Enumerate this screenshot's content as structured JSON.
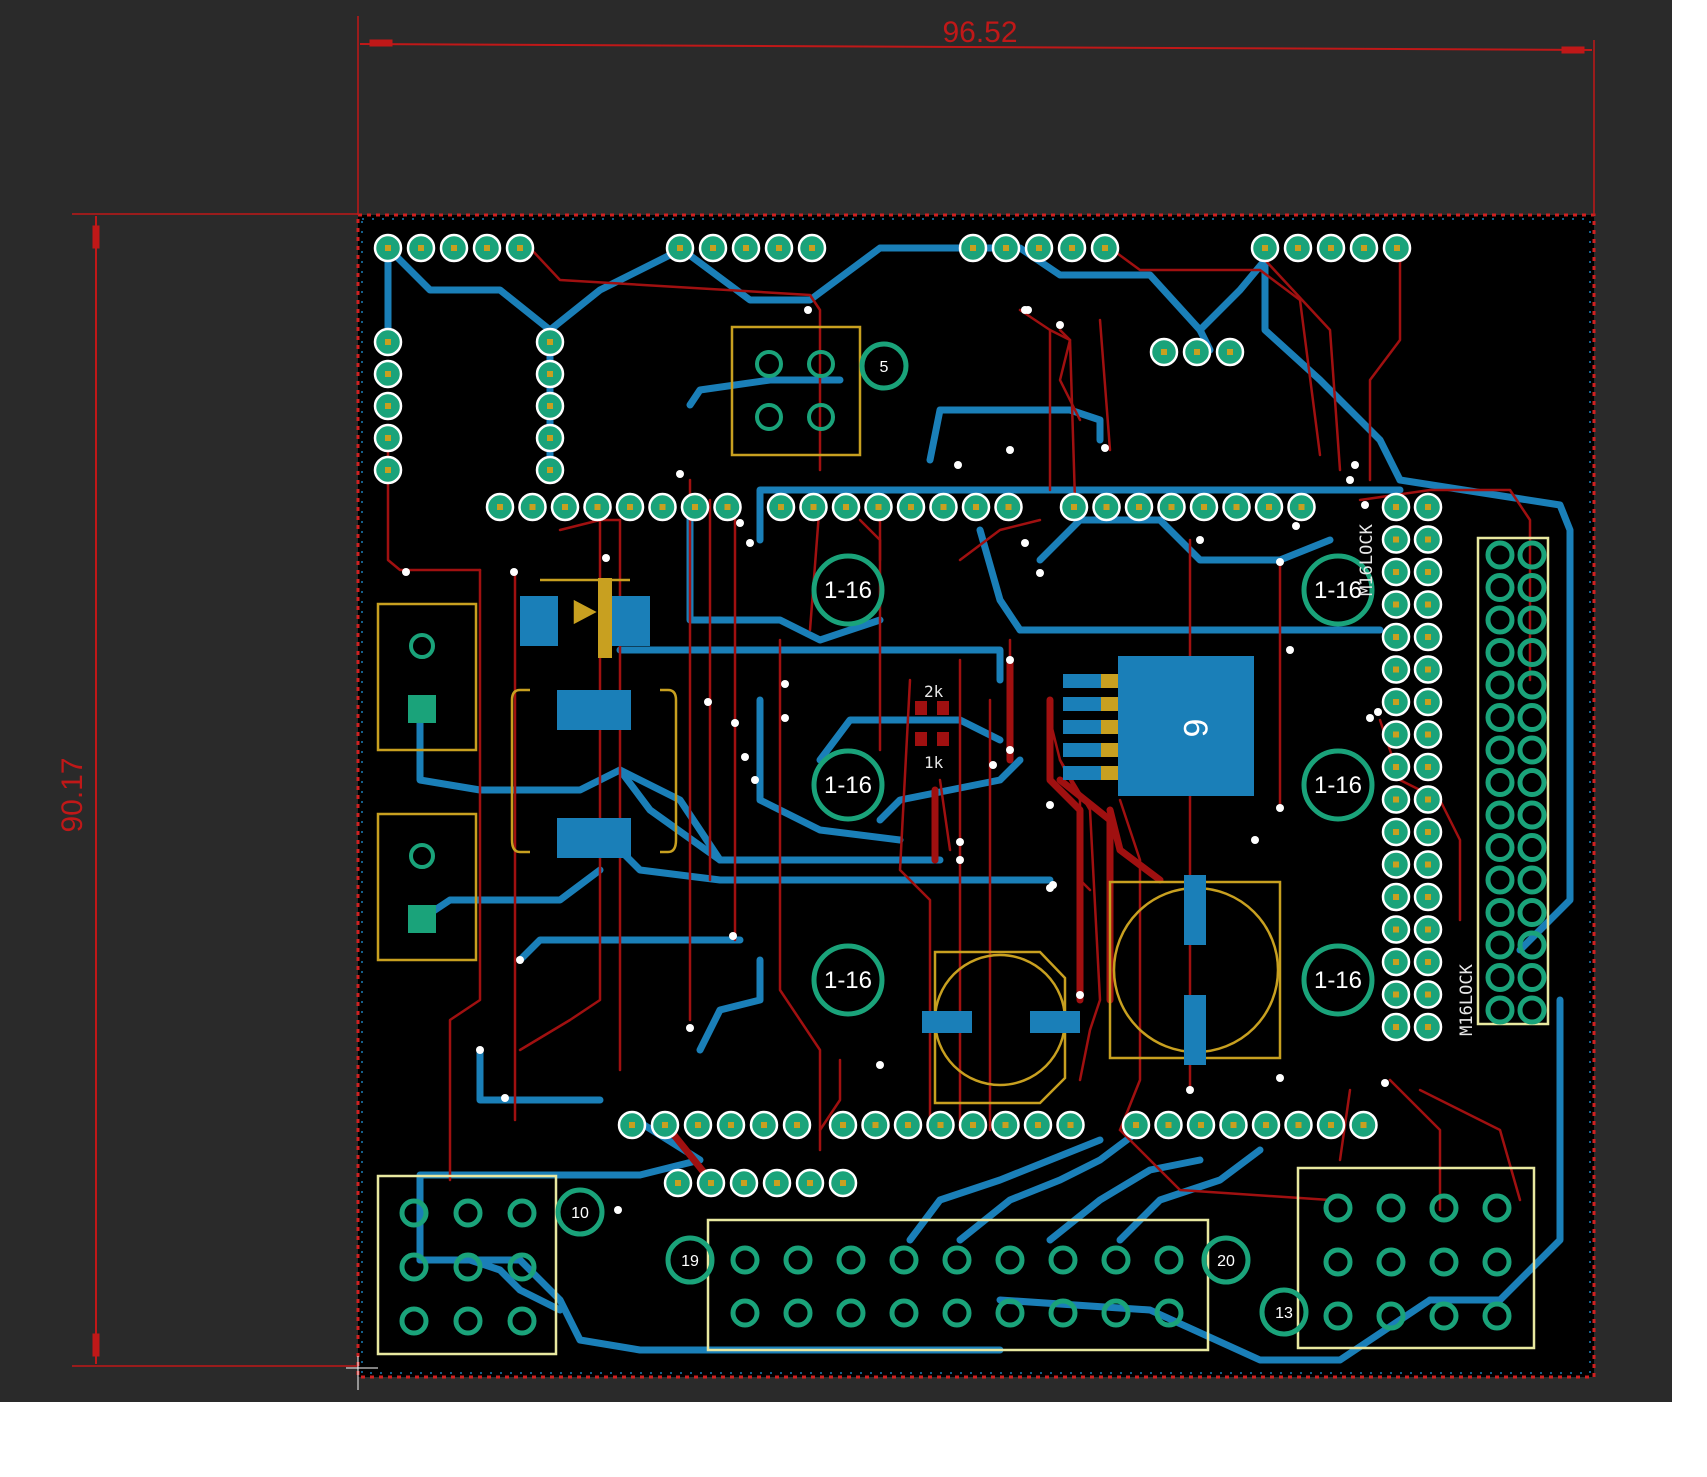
{
  "dimensions": {
    "width_value": "96.52",
    "height_value": "90.17"
  },
  "mount_hole_label": "1-16",
  "component_labels": {
    "u5": "5",
    "u6": "6",
    "u10": "10",
    "u13": "13",
    "u19": "19",
    "u20": "20"
  },
  "silk_labels": {
    "r1": "2k",
    "r2": "1k",
    "header_a": "M16LOCK",
    "header_b": "M16LOCK"
  },
  "colors": {
    "background": "#2a2a2a",
    "board": "#000000",
    "top_copper": "#a01010",
    "bottom_copper": "#1a7fb8",
    "pad": "#1aa37a",
    "pad_outline": "#ffffff",
    "silkscreen": "#c8a020",
    "dimension": "#c01818",
    "board_outline": "#d02020"
  }
}
